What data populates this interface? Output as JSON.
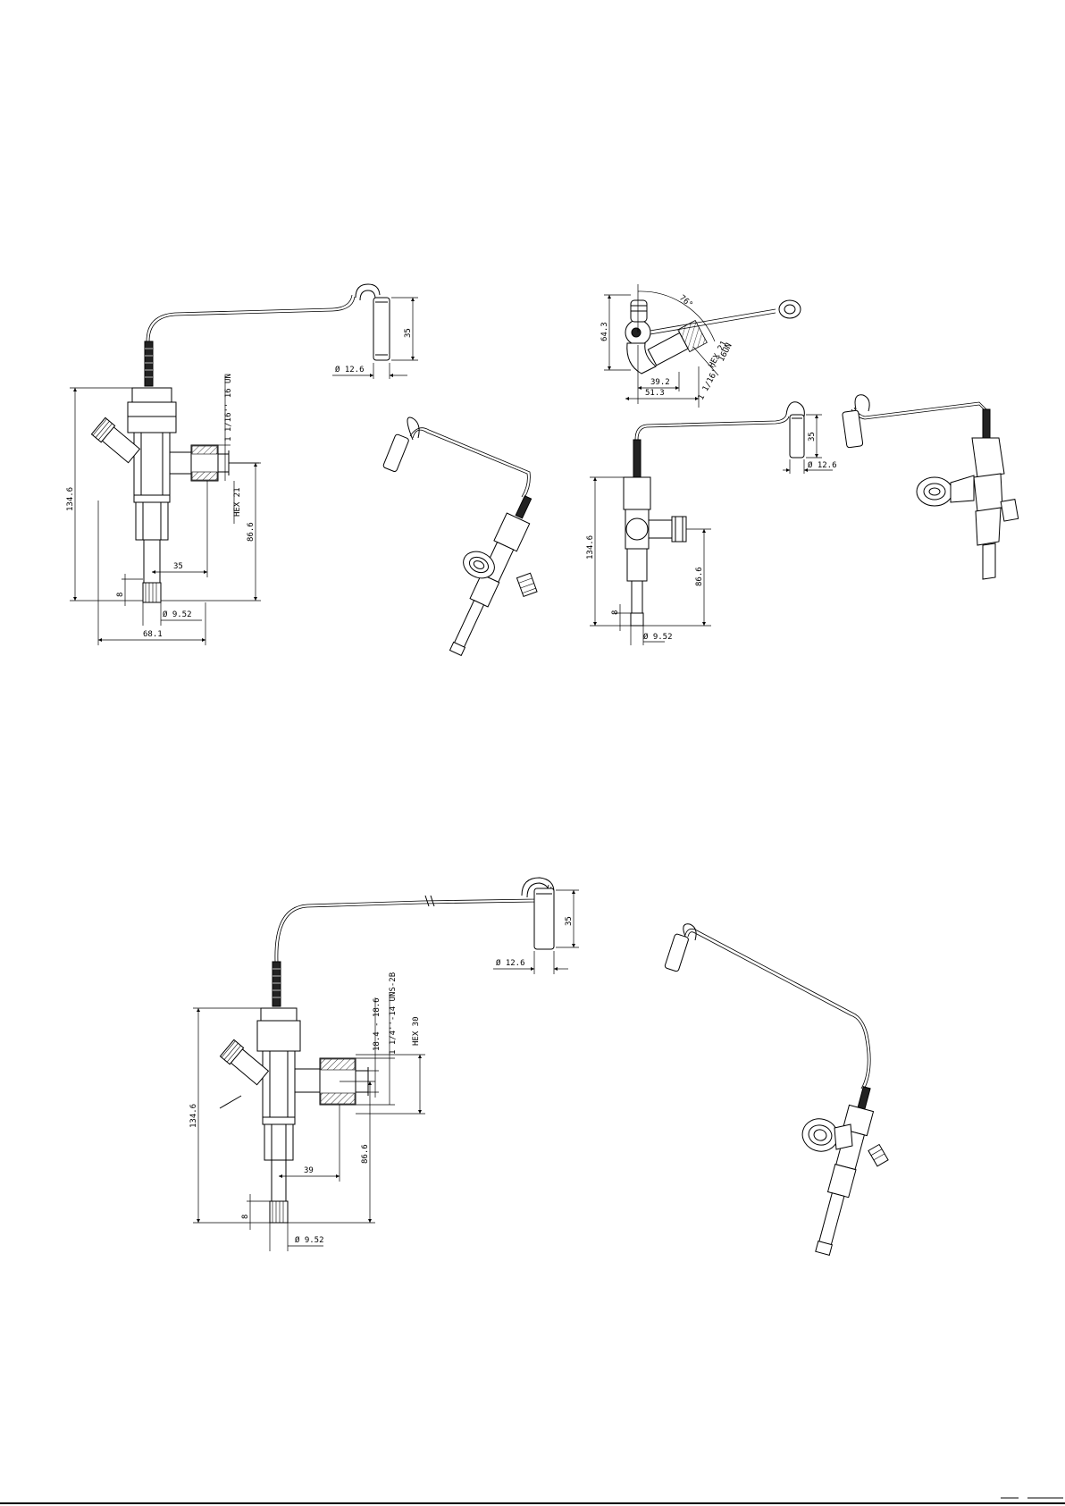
{
  "drawing_1": {
    "front_view": {
      "height_total": "134.6",
      "connection_thread": "1 1/16'' 16 UN",
      "hex": "HEX 21",
      "height_outlet": "86.6",
      "offset_35": "35",
      "bulb_length": "35",
      "bulb_diameter": "Ø 12.6",
      "pipe_stub": "8",
      "pipe_diameter": "Ø 9.52",
      "width_total": "68.1"
    },
    "top_view": {
      "height": "64.3",
      "angle": "76°",
      "width_a": "39.2",
      "width_b": "51.3",
      "hex": "HEX 21",
      "thread": "1 1/16'' 16UN"
    },
    "side_view": {
      "height_total": "134.6",
      "bulb_length": "35",
      "bulb_diameter": "Ø 12.6",
      "height_outlet": "86.6",
      "pipe_stub": "8",
      "pipe_diameter": "Ø 9.52"
    }
  },
  "drawing_2": {
    "front_view": {
      "height_total": "134.6",
      "bore": "18.4 - 18.6",
      "thread": "1 1/4''-14 UNS-2B",
      "hex": "HEX 30",
      "height_outlet": "86.6",
      "offset_39": "39",
      "bulb_length": "35",
      "bulb_diameter": "Ø 12.6",
      "pipe_stub": "8",
      "pipe_diameter": "Ø 9.52"
    }
  }
}
